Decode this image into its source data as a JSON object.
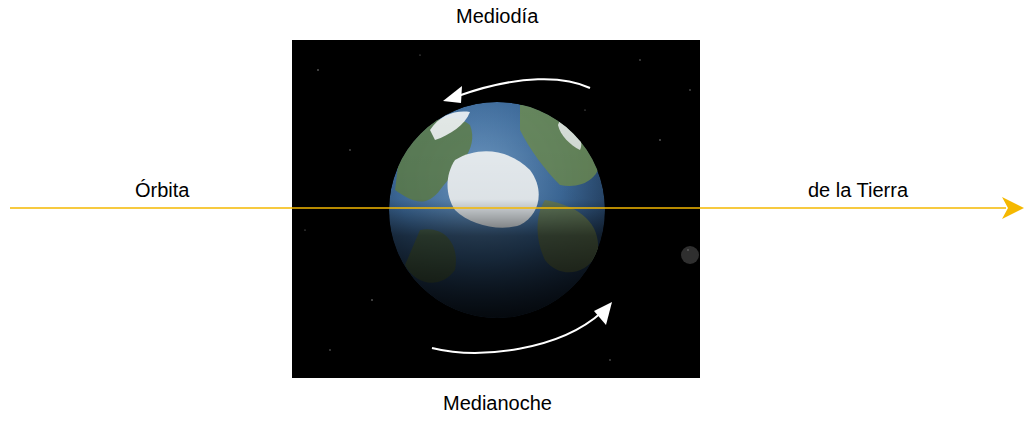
{
  "diagram": {
    "labels": [
      "Mediodía",
      "Órbita",
      "de la Tierra",
      "Medianoche"
    ]
  }
}
